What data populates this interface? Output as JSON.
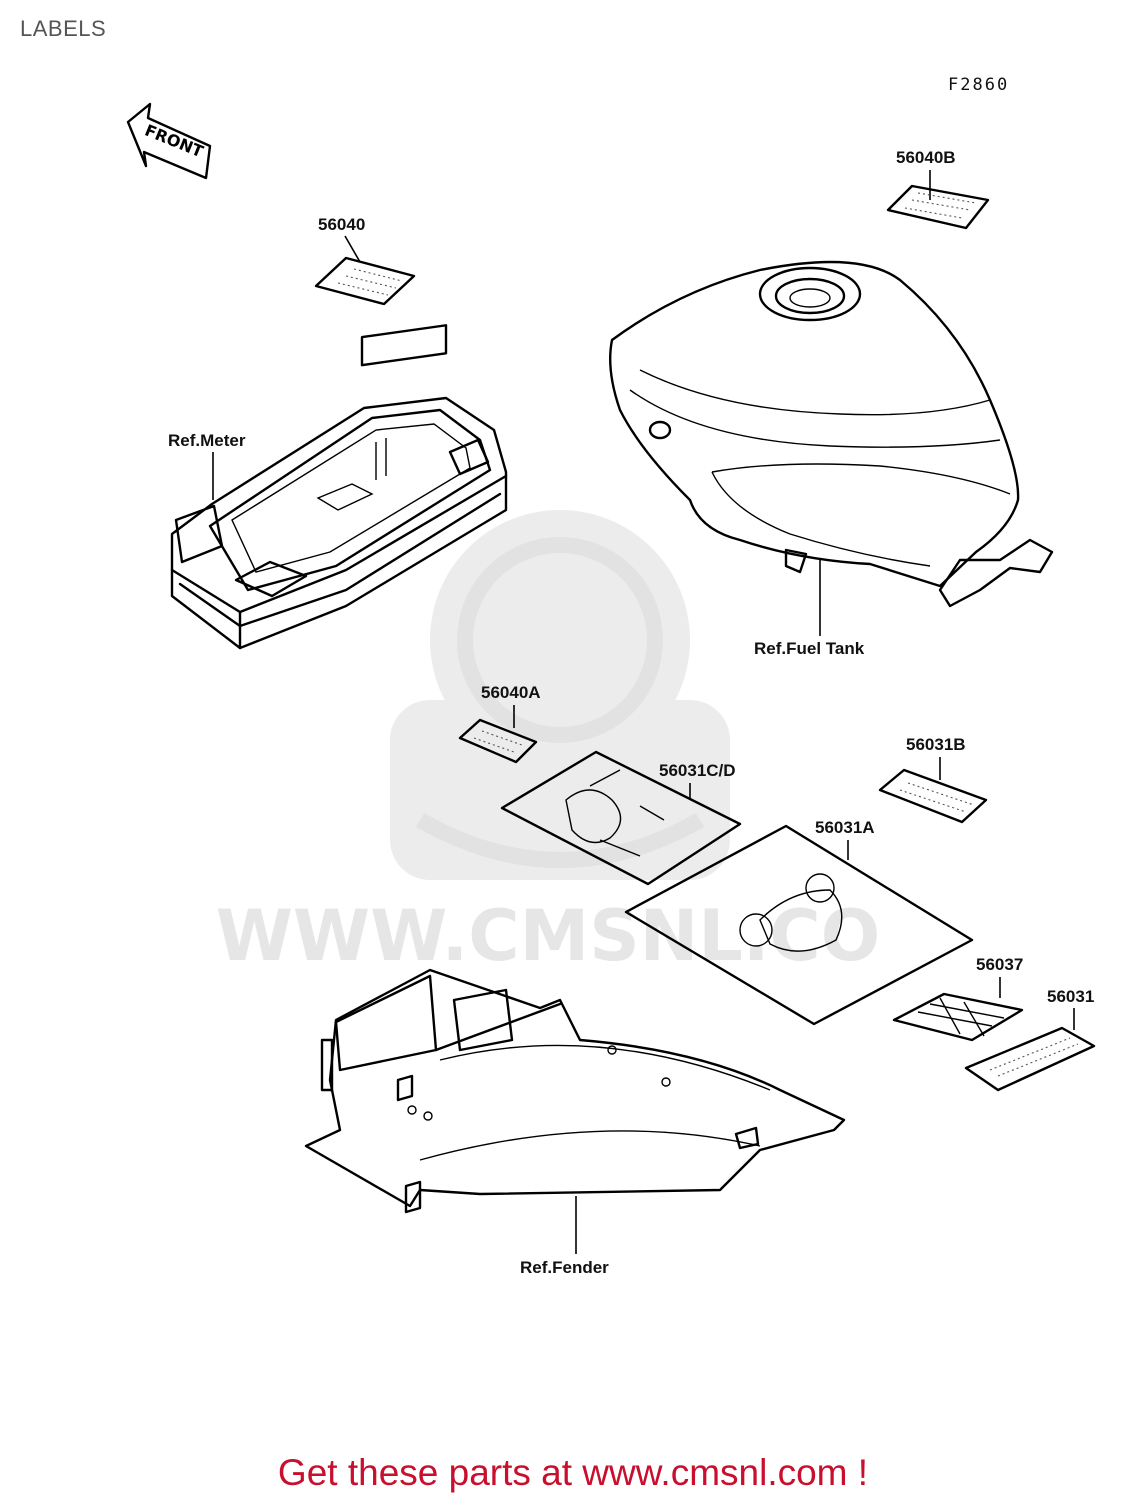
{
  "title": "LABELS",
  "figure_code": "F2860",
  "front_arrow_label": "FRONT",
  "callouts": {
    "p56040": "56040",
    "p56040b": "56040B",
    "ref_meter": "Ref.Meter",
    "ref_fuel_tank": "Ref.Fuel Tank",
    "p56040a": "56040A",
    "p56031b": "56031B",
    "p56031cd": "56031C/D",
    "p56031a": "56031A",
    "p56037": "56037",
    "p56031": "56031",
    "ref_fender": "Ref.Fender"
  },
  "watermark": "WWW.CMSNL.CO",
  "footer": "Get these parts at www.cmsnl.com !",
  "colors": {
    "footer_text": "#c8102e",
    "line_art": "#000000",
    "watermark": "#e6e6e6"
  }
}
